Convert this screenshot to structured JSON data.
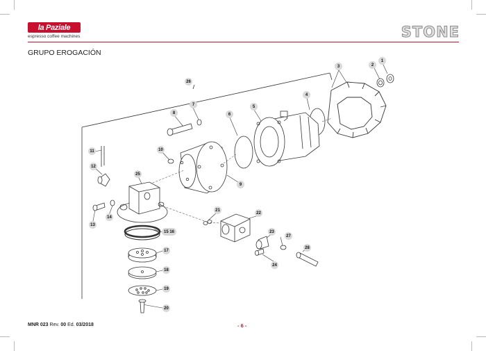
{
  "header": {
    "brand_logo": "la Paziale",
    "tagline": "espresso coffee machines",
    "model": "STONE"
  },
  "section_title": "GRUPO EROGACIÓN",
  "callouts": [
    "1",
    "2",
    "3",
    "4",
    "5",
    "6",
    "7",
    "8",
    "9",
    "10",
    "11",
    "12",
    "13",
    "14",
    "15 16",
    "17",
    "18",
    "19",
    "20",
    "21",
    "22",
    "23",
    "24",
    "25",
    "26",
    "27",
    "28"
  ],
  "footer": {
    "doc_code": "MNR 023",
    "rev_label": "Rev.",
    "rev": "00",
    "ed_label": "Ed.",
    "ed": "03/2018",
    "page": "- 6 -"
  },
  "colors": {
    "brand_red": "#c8102e",
    "callout_bg": "#d9d9d9"
  }
}
